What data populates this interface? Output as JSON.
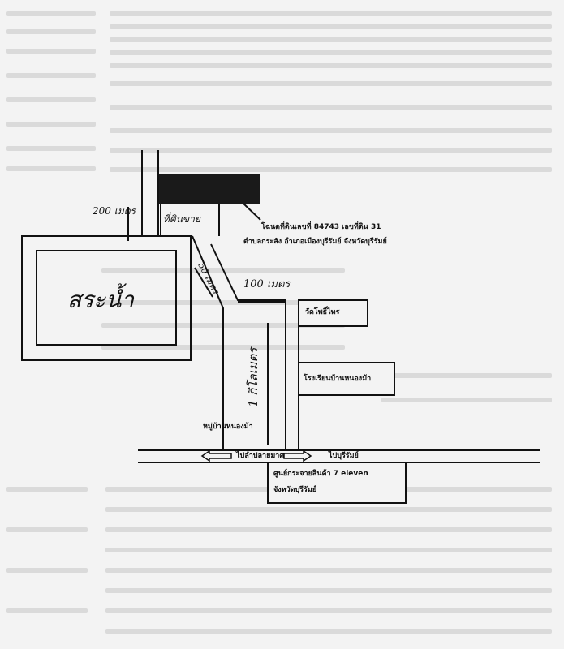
{
  "map": {
    "deed_line1": "โฉนดที่ดินเลขที่ 84743 เลขที่ดิน 31",
    "deed_line2": "ตำบลกระสัง  อำเภอเมืองบุรีรัมย์  จังหวัดบุรีรัมย์",
    "pond": "สระน้ำ",
    "land_marker": "ที่ดินขาย",
    "dist_200m": "200 เมตร",
    "dist_50m": "50 เมตร",
    "dist_100m": "100 เมตร",
    "dist_1km": "1 กิโลเมตร",
    "temple": "วัดโพธิ์ไทร",
    "school": "โรงเรียนบ้านหนองม้า",
    "village": "หมู่บ้านหนองม้า",
    "to_left": "ไปลำปลายมาศ",
    "to_right": "ไปบุรีรัมย์",
    "store_line1": "ศูนย์กระจายสินค้า   7 eleven",
    "store_line2": "จังหวัดบุรีรัมย์"
  }
}
